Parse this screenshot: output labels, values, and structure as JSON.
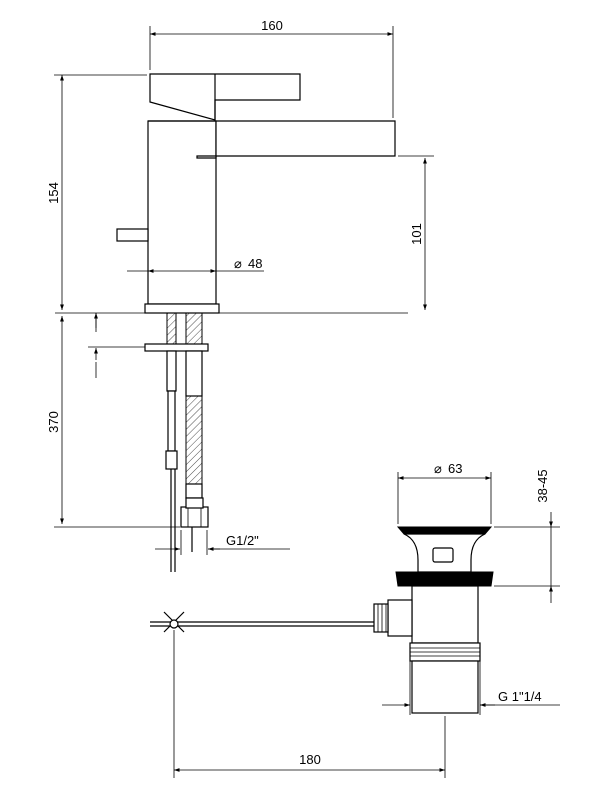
{
  "dimensions": {
    "faucet_width": "160",
    "faucet_height": "154",
    "spout_height": "101",
    "body_diameter": "48",
    "hose_length": "370",
    "hose_thread": "G1/2\"",
    "waste_diameter": "63",
    "waste_height_range": "38-45",
    "waste_thread": "G 1\"1/4",
    "rod_length": "180"
  },
  "symbols": {
    "diameter": "⌀"
  }
}
